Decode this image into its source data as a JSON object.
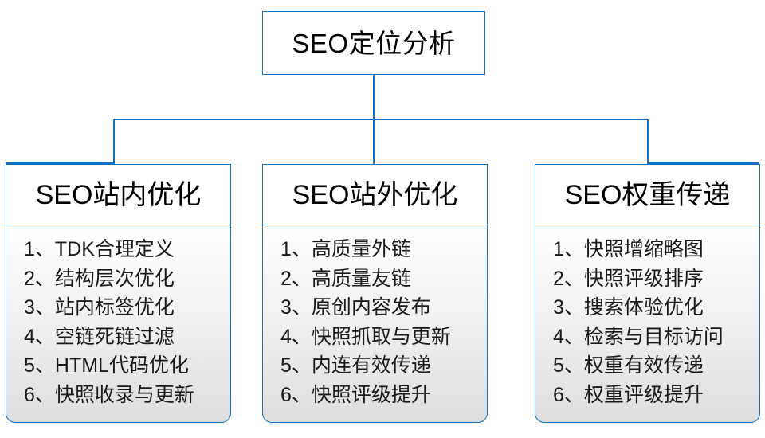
{
  "diagram": {
    "root": {
      "title": "SEO定位分析"
    },
    "accent_color": "#1570C0",
    "branches": [
      {
        "header": "SEO站内优化",
        "items": [
          {
            "num": "1、",
            "text": "TDK合理定义"
          },
          {
            "num": "2、",
            "text": "结构层次优化"
          },
          {
            "num": "3、",
            "text": "站内标签优化"
          },
          {
            "num": "4、",
            "text": "空链死链过滤"
          },
          {
            "num": "5、",
            "text": "HTML代码优化"
          },
          {
            "num": "6、",
            "text": "快照收录与更新"
          }
        ]
      },
      {
        "header": "SEO站外优化",
        "items": [
          {
            "num": "1、",
            "text": "高质量外链"
          },
          {
            "num": "2、",
            "text": "高质量友链"
          },
          {
            "num": "3、",
            "text": "原创内容发布"
          },
          {
            "num": "4、",
            "text": "快照抓取与更新"
          },
          {
            "num": "5、",
            "text": "内连有效传递"
          },
          {
            "num": "6、",
            "text": "快照评级提升"
          }
        ]
      },
      {
        "header": "SEO权重传递",
        "items": [
          {
            "num": "1、",
            "text": "快照增缩略图"
          },
          {
            "num": "2、",
            "text": "快照评级排序"
          },
          {
            "num": "3、",
            "text": "搜索体验优化"
          },
          {
            "num": "4、",
            "text": "检索与目标访问"
          },
          {
            "num": "5、",
            "text": "权重有效传递"
          },
          {
            "num": "6、",
            "text": "权重评级提升"
          }
        ]
      }
    ]
  }
}
